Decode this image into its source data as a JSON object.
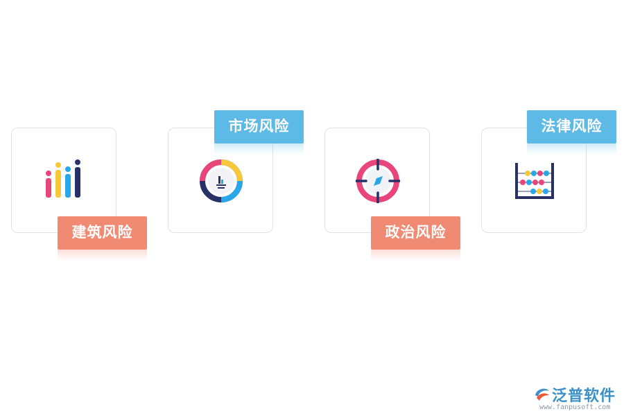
{
  "cards": [
    {
      "icon": "bar-chart-icon",
      "label": "建筑风险",
      "tag_color": "#f08a72"
    },
    {
      "icon": "donut-chart-icon",
      "label": "市场风险",
      "tag_color": "#5db9e6"
    },
    {
      "icon": "target-compass-icon",
      "label": "政治风险",
      "tag_color": "#f08a72"
    },
    {
      "icon": "abacus-icon",
      "label": "法律风险",
      "tag_color": "#5db9e6"
    }
  ],
  "brand": {
    "name": "泛普软件",
    "url": "www.fanpusoft.com",
    "icon": "fanpu-logo-icon"
  }
}
